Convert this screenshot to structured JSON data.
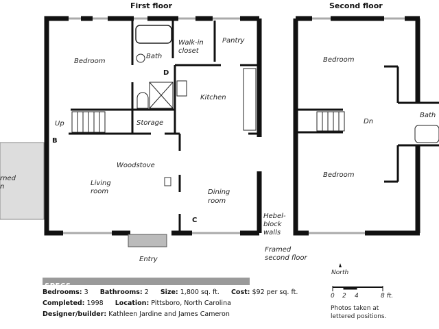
{
  "first_floor": {
    "title": "First floor",
    "rooms": {
      "bedroom": "Bedroom",
      "bath": "Bath",
      "walk_in_closet_1": "Walk-in",
      "walk_in_closet_2": "closet",
      "pantry": "Pantry",
      "kitchen": "Kitchen",
      "storage": "Storage",
      "up": "Up",
      "living_1": "Living",
      "living_2": "room",
      "dining_1": "Dining",
      "dining_2": "room",
      "woodstove": "Woodstove",
      "entry": "Entry",
      "porch_1": "rned",
      "porch_2": "n"
    },
    "markers": {
      "b": "B",
      "c": "C",
      "d": "D"
    },
    "callouts": {
      "hebel_1": "Hebel-",
      "hebel_2": "block",
      "hebel_3": "walls",
      "framed_1": "Framed",
      "framed_2": "second floor"
    }
  },
  "second_floor": {
    "title": "Second floor",
    "rooms": {
      "bedroom_top": "Bedroom",
      "bedroom_bottom": "Bedroom",
      "bath": "Bath",
      "dn": "Dn"
    }
  },
  "specs": {
    "header": "SPECS",
    "bedrooms_label": "Bedrooms:",
    "bedrooms": "3",
    "bathrooms_label": "Bathrooms:",
    "bathrooms": "2",
    "size_label": "Size:",
    "size": "1,800 sq. ft.",
    "cost_label": "Cost:",
    "cost": "$92 per sq. ft.",
    "completed_label": "Completed:",
    "completed": "1998",
    "location_label": "Location:",
    "location": "Pittsboro, North Carolina",
    "designer_label": "Designer/builder:",
    "designer": "Kathleen Jardine and James Cameron"
  },
  "legend": {
    "north": "North",
    "scale": [
      "0",
      "2",
      "4",
      "8 ft."
    ],
    "note_1": "Photos taken at",
    "note_2": "lettered positions."
  }
}
